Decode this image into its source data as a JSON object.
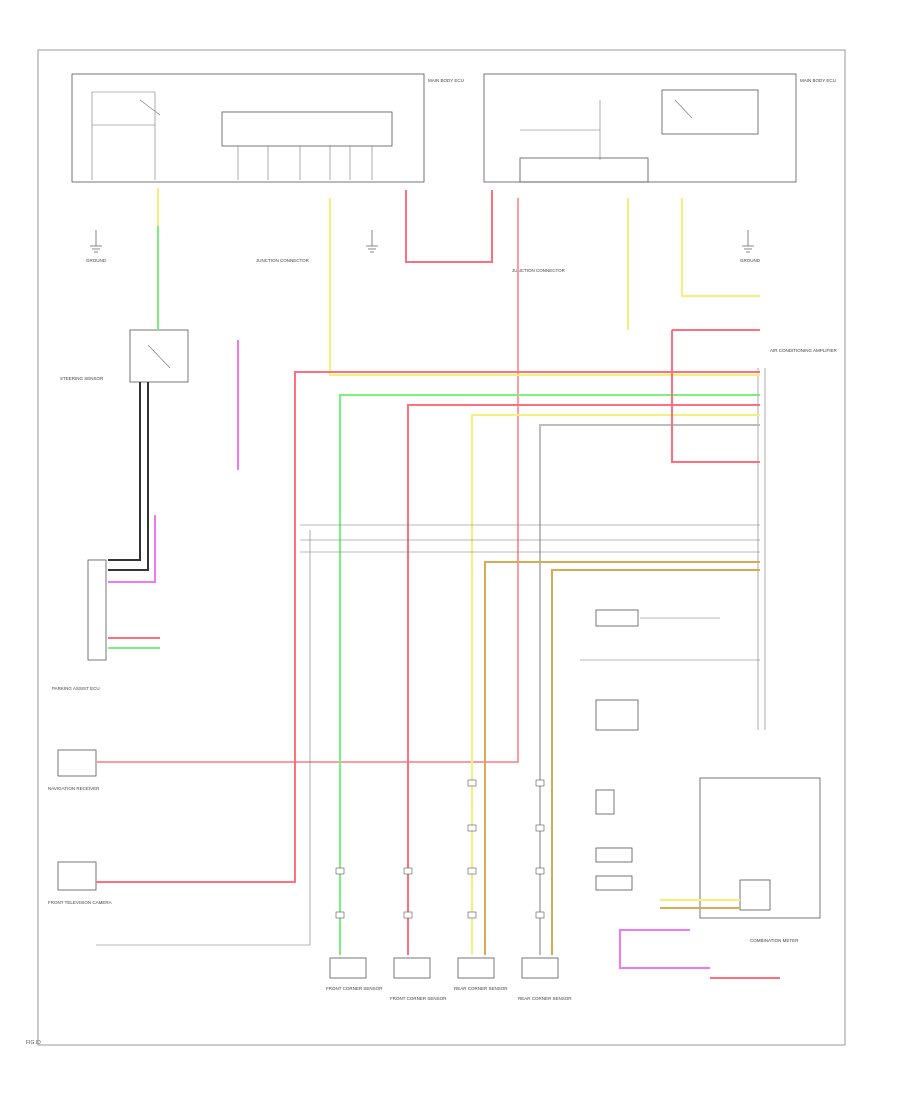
{
  "figure_code": "FIG.ID",
  "labels": {
    "body_ecu_left": "MAIN BODY ECU",
    "body_ecu_right": "MAIN BODY ECU",
    "air_conditioning_amplifier": "AIR CONDITIONING AMPLIFIER",
    "combination_meter": "COMBINATION METER",
    "navigation_receiver": "NAVIGATION RECEIVER",
    "front_camera": "FRONT TELEVISION CAMERA",
    "parking_assist_ecu": "PARKING ASSIST ECU",
    "sensor_front_left": "FRONT CORNER SENSOR",
    "sensor_front_right": "FRONT CORNER SENSOR",
    "sensor_rear_left": "REAR CORNER SENSOR",
    "sensor_rear_right": "REAR CORNER SENSOR",
    "steering_sensor": "STEERING SENSOR",
    "junction_left": "JUNCTION CONNECTOR",
    "junction_right": "JUNCTION CONNECTOR",
    "ground_left": "GROUND",
    "ground_right": "GROUND"
  },
  "wire_colors": {
    "red": "#ff6f7d",
    "pink": "#ff9aa2",
    "green": "#7cf07c",
    "yellow": "#f2f27a",
    "magenta": "#f078f0",
    "brown": "#d8aa55",
    "gray": "#bdbdbd",
    "black": "#333333"
  }
}
